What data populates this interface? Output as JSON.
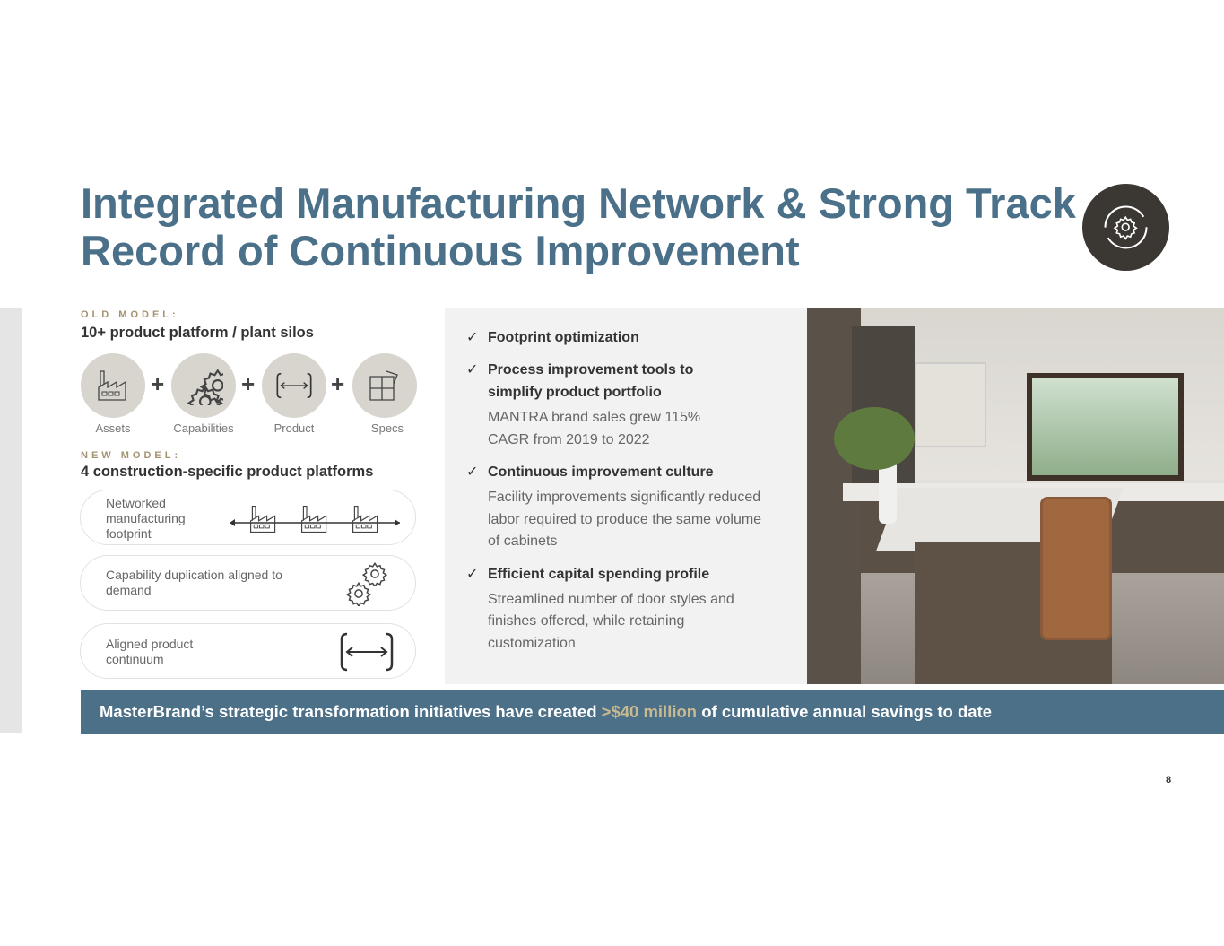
{
  "title": "Integrated Manufacturing Network & Strong Track Record of Continuous Improvement",
  "badge_icon": "gear-refresh-icon",
  "old_model": {
    "label": "OLD MODEL:",
    "heading": "10+ product platform / plant silos",
    "items": [
      {
        "label": "Assets",
        "icon": "factory-icon"
      },
      {
        "label": "Capabilities",
        "icon": "gears-icon"
      },
      {
        "label": "Product",
        "icon": "bracket-arrow-icon"
      },
      {
        "label": "Specs",
        "icon": "puzzle-icon"
      }
    ],
    "separator": "+"
  },
  "new_model": {
    "label": "NEW MODEL:",
    "heading": "4 construction-specific product platforms",
    "items": [
      {
        "label": "Networked manufacturing footprint",
        "icon": "networked-factories-icon"
      },
      {
        "label": "Capability duplication aligned to demand",
        "icon": "gears-icon"
      },
      {
        "label": "Aligned product continuum",
        "icon": "bracket-arrow-icon"
      }
    ]
  },
  "checklist": [
    {
      "heading": "Footprint optimization",
      "body": ""
    },
    {
      "heading": "Process improvement tools to simplify product portfolio",
      "body": "MANTRA brand sales grew 115% CAGR from 2019 to 2022"
    },
    {
      "heading": "Continuous improvement culture",
      "body": "Facility improvements significantly reduced labor required to produce the same volume of cabinets"
    },
    {
      "heading": "Efficient capital spending profile",
      "body": "Streamlined number of door styles and finishes offered, while retaining customization"
    }
  ],
  "banner": {
    "pre": "MasterBrand’s strategic transformation initiatives have created ",
    "highlight": ">$40 million",
    "post": " of cumulative annual savings to date",
    "highlight_color": "#c9b98f"
  },
  "page_number": "8"
}
